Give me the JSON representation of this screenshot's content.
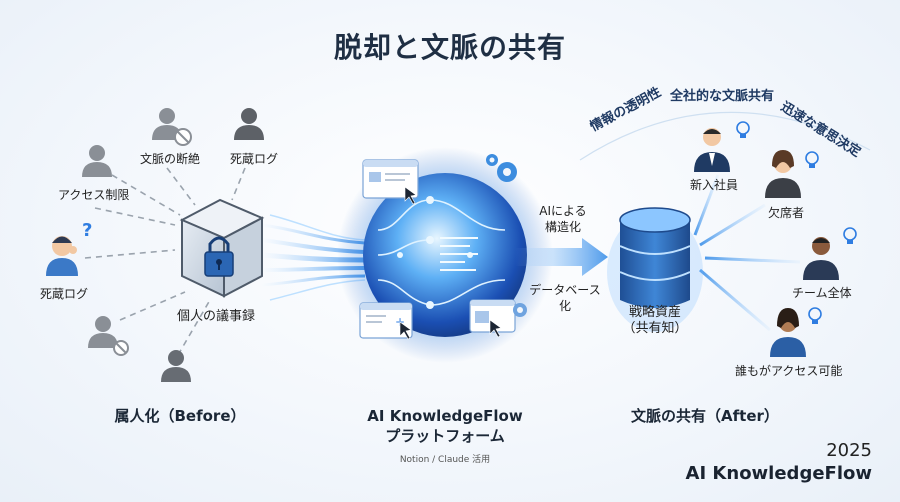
{
  "title": "脱却と文脈の共有",
  "before": {
    "labels": {
      "access": "アクセス制限",
      "broken": "文脈の断絶",
      "dead_top": "死蔵ログ",
      "dead_left": "死蔵ログ",
      "box": "個人の議事録"
    },
    "question_mark": "?",
    "caption": "属人化（Before）"
  },
  "middle": {
    "label_ai": "AIによる\n構造化",
    "label_db": "データベース\n化",
    "caption": "AI KnowledgeFlow\nプラットフォーム",
    "sub": "Notion / Claude 活用"
  },
  "after": {
    "arc_texts": [
      "情報の透明性",
      "全社的な文脈共有",
      "迅速な意思決定"
    ],
    "people": {
      "new_employee": "新入社員",
      "absentee": "欠席者",
      "team": "チーム全体",
      "anyone": "誰もがアクセス可能"
    },
    "db_label": "戦略資産\n（共有知）",
    "caption": "文脈の共有（After）"
  },
  "brand": {
    "year": "2025",
    "name": "AI KnowledgeFlow"
  },
  "colors": {
    "accent": "#2f7de1",
    "dark": "#1f3a63",
    "grey": "#8a8f96"
  }
}
